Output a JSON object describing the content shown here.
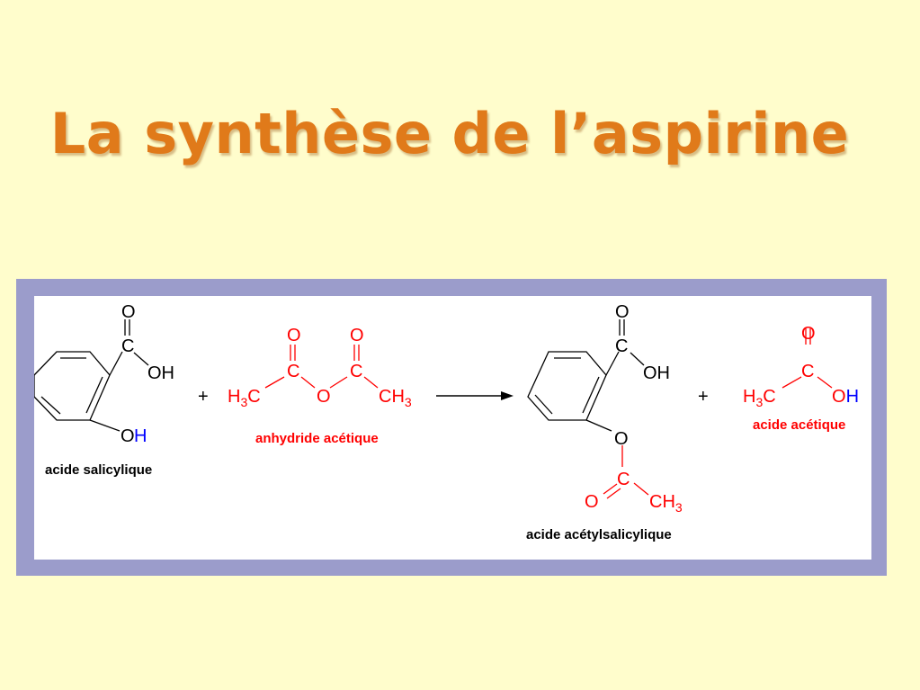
{
  "slide": {
    "title": "La synthèse de l’aspirine"
  },
  "reaction": {
    "plus_sign": "+",
    "reactant1": {
      "name": "acide salicylique",
      "o_top": "O",
      "c": "C",
      "oh_acid": "OH",
      "phenol_o": "O",
      "phenol_h": "H"
    },
    "reactant2": {
      "name": "anhydride acétique",
      "h3c_h": "H",
      "h3c_3": "3",
      "h3c_c": "C",
      "c1": "C",
      "o1": "O",
      "o_bridge": "O",
      "c2": "C",
      "o2": "O",
      "ch3_c": "CH",
      "ch3_3": "3"
    },
    "product1": {
      "name": "acide acétylsalicylique",
      "o_top": "O",
      "c": "C",
      "oh_acid": "OH",
      "ester_o": "O",
      "acetyl_c": "C",
      "acetyl_o": "O",
      "ch3_c": "CH",
      "ch3_3": "3"
    },
    "product2": {
      "name": "acide acétique",
      "o_top": "O",
      "c": "C",
      "h3c_h": "H",
      "h3c_3": "3",
      "h3c_c": "C",
      "o": "O",
      "h": "H"
    }
  },
  "colors": {
    "title": "#e07a1a",
    "black_atoms": "#000000",
    "red_atoms": "#ff0000",
    "blue_h": "#0000ff",
    "frame": "#9b9ccb",
    "background": "#fffdcc"
  }
}
